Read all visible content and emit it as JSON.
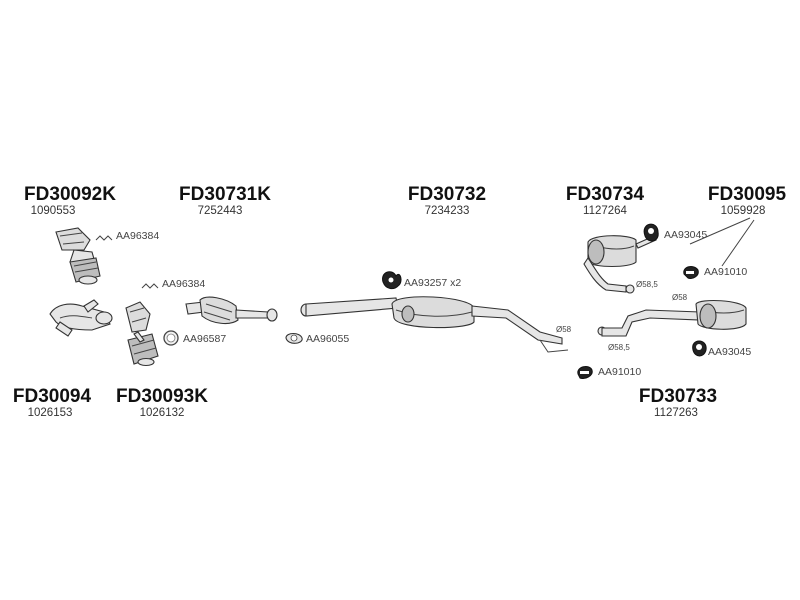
{
  "parts": [
    {
      "id": "p1",
      "code": "FD30092K",
      "number": "1090553"
    },
    {
      "id": "p2",
      "code": "FD30731K",
      "number": "7252443"
    },
    {
      "id": "p3",
      "code": "FD30732",
      "number": "7234233"
    },
    {
      "id": "p4",
      "code": "FD30734",
      "number": "1127264"
    },
    {
      "id": "p5",
      "code": "FD30095",
      "number": "1059928"
    },
    {
      "id": "p6",
      "code": "FD30094",
      "number": "1026153"
    },
    {
      "id": "p7",
      "code": "FD30093K",
      "number": "1026132"
    },
    {
      "id": "p8",
      "code": "FD30733",
      "number": "1127263"
    }
  ],
  "accessories": [
    {
      "code": "AA96384"
    },
    {
      "code": "AA96384"
    },
    {
      "code": "AA96587"
    },
    {
      "code": "AA96055"
    },
    {
      "code": "AA93257 x2"
    },
    {
      "code": "AA93045"
    },
    {
      "code": "AA91010"
    },
    {
      "code": "AA93045"
    },
    {
      "code": "AA91010"
    }
  ],
  "dimensions": [
    "Ø58",
    "Ø58,5",
    "Ø58",
    "Ø58,5"
  ]
}
